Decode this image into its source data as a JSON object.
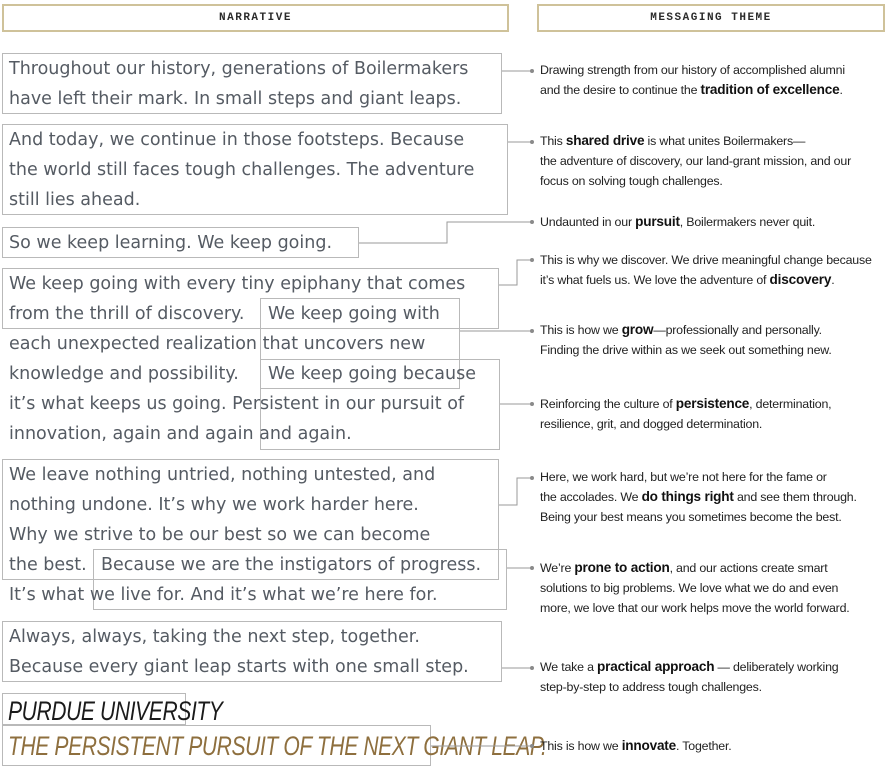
{
  "headers": {
    "narrative": "NARRATIVE",
    "messaging_theme": "MESSAGING THEME"
  },
  "narrative": {
    "b1": {
      "l1": "Throughout our history, generations of Boilermakers",
      "l2": "have left their mark. In small steps and giant leaps."
    },
    "b2": {
      "l1": "And today, we continue in those footsteps. Because",
      "l2": "the world still faces tough challenges. The adventure",
      "l3": "still lies ahead."
    },
    "b3": {
      "l1": "So we keep learning. We keep going."
    },
    "b4": {
      "l1": "We keep going with every tiny epiphany that comes",
      "l2": "from the thrill of discovery."
    },
    "b5": {
      "l1": "We keep going with",
      "l2": "each unexpected realization that uncovers new",
      "l3": "knowledge and possibility."
    },
    "b6": {
      "l1": "We keep going because",
      "l2": "it’s what keeps us going. Persistent in our pursuit of",
      "l3": "innovation, again and again and again."
    },
    "b7": {
      "l1": "We leave nothing untried, nothing untested, and",
      "l2": "nothing undone. It’s why we work harder here.",
      "l3": "Why we strive to be our best so we can become",
      "l4": "the best."
    },
    "b8": {
      "l1": "Because we are the instigators of progress.",
      "l2": "It’s what we live for. And it’s what we’re here for."
    },
    "b9": {
      "l1": "Always, always, taking the next step, together.",
      "l2": "Because every giant leap starts with one small step."
    },
    "brand": {
      "name": "PURDUE UNIVERSITY",
      "tagline": "THE PERSISTENT PURSUIT OF THE NEXT GIANT LEAP."
    }
  },
  "themes": {
    "t1": {
      "a1": "Drawing strength from our history of accomplished alumni",
      "a2": "and the desire to continue the ",
      "k": "tradition of excellence",
      "b": "."
    },
    "t2": {
      "a": "This ",
      "k": "shared drive",
      "b1": " is what unites Boilermakers—",
      "b2": "the adventure of discovery, our land-grant mission, and our",
      "b3": "focus on solving tough challenges."
    },
    "t3": {
      "a": "Undaunted in our ",
      "k": "pursuit",
      "b": ", Boilermakers never quit."
    },
    "t4": {
      "a1": "This is why we discover. We drive meaningful change because",
      "a2": "it’s what fuels us. We love the adventure of ",
      "k": "discovery",
      "b": "."
    },
    "t5": {
      "a": "This is how we ",
      "k": "grow",
      "b1": "—professionally and personally.",
      "b2": "Finding the drive within as we seek out something new."
    },
    "t6": {
      "a": "Reinforcing the culture of ",
      "k": "persistence",
      "b1": ", determination,",
      "b2": "resilience, grit, and dogged determination."
    },
    "t7": {
      "a1": "Here, we work hard, but we’re not here for the fame or",
      "a2": "the accolades. We ",
      "k": "do things right",
      "b1": " and see them through.",
      "b2": "Being your best means you sometimes become the best."
    },
    "t8": {
      "a": "We’re ",
      "k": "prone to action",
      "b1": ", and our actions create smart",
      "b2": "solutions to big problems. We love what we do and even",
      "b3": "more, we love that our work helps move the world forward."
    },
    "t9": {
      "a": "We take a ",
      "k": "practical approach",
      "b1": " — deliberately working",
      "b2": "step-by-step to address tough challenges."
    },
    "t10": {
      "a": "This is how we ",
      "k": "innovate",
      "b": ". Together."
    }
  },
  "colors": {
    "gold": "#8e6f3e",
    "border": "#b9b9b9",
    "header_border": "#cfc29a",
    "text": "#555b63"
  }
}
